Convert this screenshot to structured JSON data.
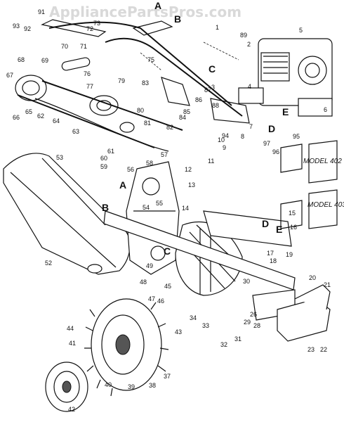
{
  "watermark": "AppliancePartsPros.com",
  "model_labels": [
    "MODEL 402",
    "MODEL 403"
  ],
  "reference_letters": [
    "A",
    "B",
    "C",
    "D",
    "E"
  ],
  "part_callouts": [
    "1",
    "2",
    "3",
    "4",
    "5",
    "6",
    "7",
    "8",
    "9",
    "10",
    "11",
    "12",
    "13",
    "14",
    "15",
    "16",
    "17",
    "18",
    "19",
    "20",
    "21",
    "22",
    "23",
    "26",
    "28",
    "29",
    "30",
    "31",
    "32",
    "33",
    "34",
    "37",
    "38",
    "39",
    "40",
    "41",
    "42",
    "43",
    "44",
    "45",
    "46",
    "47",
    "48",
    "49",
    "52",
    "53",
    "54",
    "55",
    "56",
    "57",
    "58",
    "59",
    "60",
    "61",
    "62",
    "63",
    "64",
    "65",
    "66",
    "67",
    "68",
    "69",
    "70",
    "71",
    "72",
    "73",
    "75",
    "76",
    "77",
    "79",
    "80",
    "81",
    "82",
    "83",
    "84",
    "85",
    "86",
    "87",
    "88",
    "89",
    "91",
    "92",
    "93",
    "94",
    "95",
    "96",
    "97"
  ]
}
